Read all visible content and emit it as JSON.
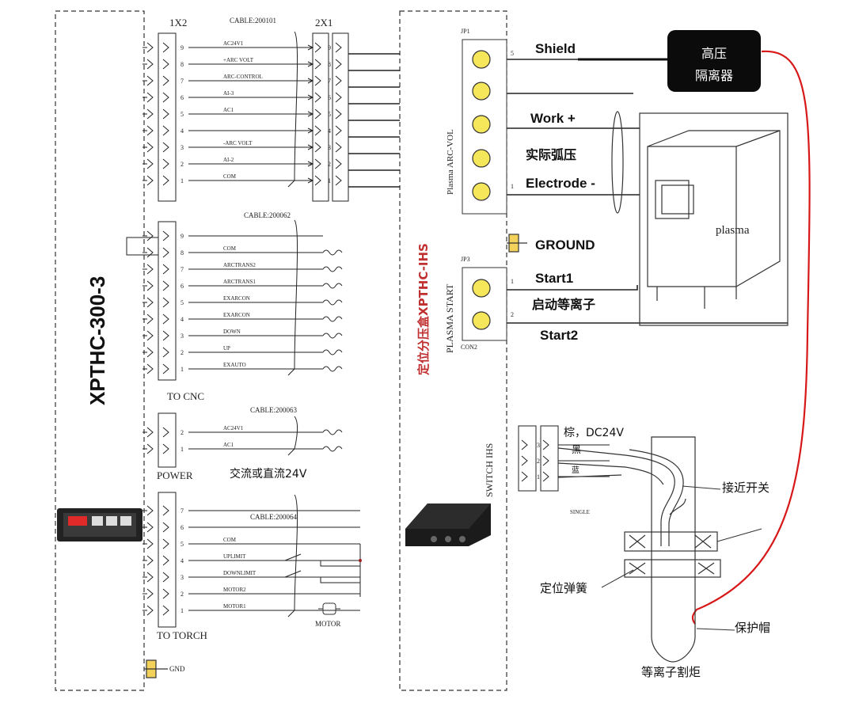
{
  "xpthc": {
    "title": "XPTHC-300-3",
    "conn_1x2": "1X2",
    "conn_2x1": "2X1",
    "cable_200101": "CABLE:200101",
    "cable_200062": "CABLE:200062",
    "cable_200063": "CABLE:200063",
    "cable_200064": "CABLE:200064",
    "pins_top": [
      "9",
      "8",
      "7",
      "6",
      "5",
      "4",
      "3",
      "2",
      "1"
    ],
    "pins_cnc": [
      "9",
      "8",
      "7",
      "6",
      "5",
      "4",
      "3",
      "2",
      "1"
    ],
    "pins_power": [
      "2",
      "1"
    ],
    "pins_torch": [
      "7",
      "6",
      "5",
      "4",
      "3",
      "2",
      "1"
    ],
    "top_wires": [
      "AC24V1",
      "+ARC VOLT",
      "ARC-CONTROL",
      "AI-3",
      "AC1",
      "",
      "-ARC VOLT",
      "AI-2",
      "COM"
    ],
    "cnc_wires": [
      "",
      "COM",
      "ARCTRANS2",
      "ARCTRANS1",
      "EXARCON",
      "EXARCON",
      "DOWN",
      "UP",
      "EXAUTO"
    ],
    "power_wires": [
      "AC24V1",
      "AC1"
    ],
    "torch_wires": [
      "",
      "",
      "COM",
      "UPLIMIT",
      "DOWNLIMIT",
      "MOTOR2",
      "MOTOR1"
    ],
    "to_cnc": "TO CNC",
    "power": "POWER",
    "power_note": "交流或直流24V",
    "to_torch": "TO TORCH",
    "motor": "MOTOR",
    "gnd": "GND"
  },
  "ihs": {
    "title": "定位分压盒XPTHC-IHS",
    "jp1": "JP1",
    "jp3": "JP3",
    "plasma_arc_vol": "Plasma ARC-VOL",
    "plasma_start": "PLASMA START",
    "con2": "CON2",
    "pin5": "5",
    "pin1_top": "1",
    "pin1_start": "1",
    "pin2_start": "2",
    "switch_ihs": "SWITCH IHS",
    "switch_pins": [
      "3",
      "2",
      "1"
    ],
    "single": "SINGLE"
  },
  "plasma_side": {
    "shield": "Shield",
    "work_plus": "Work +",
    "arc_voltage_cn": "实际弧压",
    "electrode_minus": "Electrode -",
    "ground": "GROUND",
    "start1": "Start1",
    "start_cn": "启动等离子",
    "start2": "Start2",
    "plasma": "plasma",
    "hv_isolator_line1": "高压",
    "hv_isolator_line2": "隔离器"
  },
  "torch": {
    "brown_dc24v": "棕，DC24V",
    "black": "黑",
    "blue": "蓝",
    "proximity_switch": "接近开关",
    "positioning_spring": "定位弹簧",
    "protective_cap": "保护帽",
    "plasma_torch": "等离子割炬"
  },
  "colors": {
    "wire_red": "#d81818",
    "hv_box": "#0b0b0b",
    "ihs_title": "#c03030",
    "terminal_yellow": "#f6e65a",
    "display_red": "#e02a2a"
  }
}
